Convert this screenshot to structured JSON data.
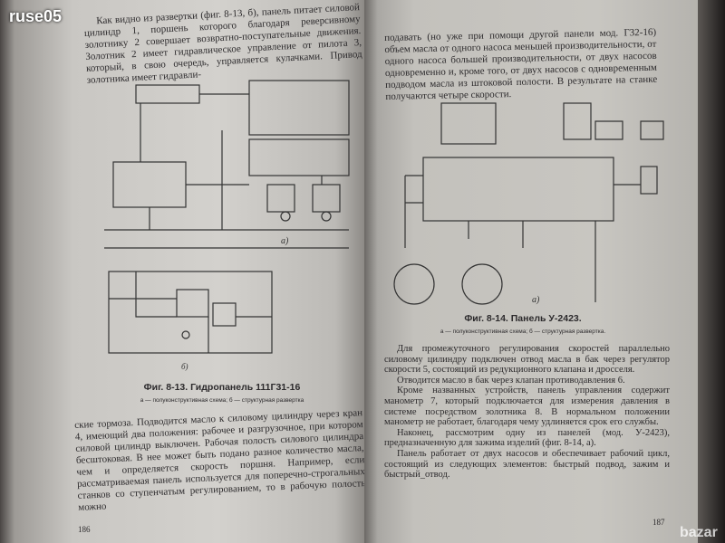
{
  "watermark": {
    "top_left": "ruse05",
    "bottom_right": "bazar"
  },
  "left_page": {
    "top_paragraph": "Как видно из развертки (фиг. 8-13, б), панель питает силовой цилиндр 1, поршень которого благодаря реверсивному золотнику 2 совершает возвратно-поступательные движения. Золотник 2 имеет гидравлическое управление от пилота 3, который, в свою очередь, управляется кулачками. Привод золотника имеет гидравли-",
    "diagram_a_label": "а)",
    "diagram_b_label": "б)",
    "figure_title": "Фиг. 8-13. Гидропанель 111Г31-16",
    "figure_subtitle": "а — полуконструктивная схема; б — структурная развертка",
    "bottom_paragraph": "ские тормоза. Подводится масло к силовому цилиндру через кран 4, имеющий два положения: рабочее и разгрузочное, при котором силовой цилиндр выключен. Рабочая полость силового цилиндра бесштоковая. В нее может быть подано разное количество масла, чем и определяется скорость поршня. Например, если рассматриваемая панель используется для поперечно-строгальных станков со ступенчатым регулированием, то в рабочую полость можно",
    "page_number": "186"
  },
  "right_page": {
    "top_paragraph": "подавать (но уже при помощи другой панели мод. Г32-16) объем масла от одного насоса меньшей производительности, от одного насоса большей производительности, от двух насосов одновременно и, кроме того, от двух насосов с одновременным подводом масла из штоковой полости. В результате на станке получаются четыре скорости.",
    "diagram_a_label": "а)",
    "figure_title": "Фиг. 8-14. Панель У-2423.",
    "figure_subtitle": "а — полуконструктивная схема; б — структурная развертка.",
    "paragraphs": [
      "Для промежуточного регулирования скоростей параллельно силовому цилиндру подключен отвод масла в бак через регулятор скорости 5, состоящий из редукционного клапана и дросселя.",
      "Отводится масло в бак через клапан противодавления 6.",
      "Кроме названных устройств, панель управления содержит манометр 7, который подключается для измерения давления в системе посредством золотника 8. В нормальном положении манометр не работает, благодаря чему удлиняется срок его службы.",
      "Наконец, рассмотрим одну из панелей (мод. У-2423), предназначенную для зажима изделий (фиг. 8-14, а).",
      "Панель работает от двух насосов и обеспечивает рабочий цикл, состоящий из следующих элементов: быстрый подвод, зажим и быстрый_отвод."
    ],
    "page_number": "187"
  }
}
